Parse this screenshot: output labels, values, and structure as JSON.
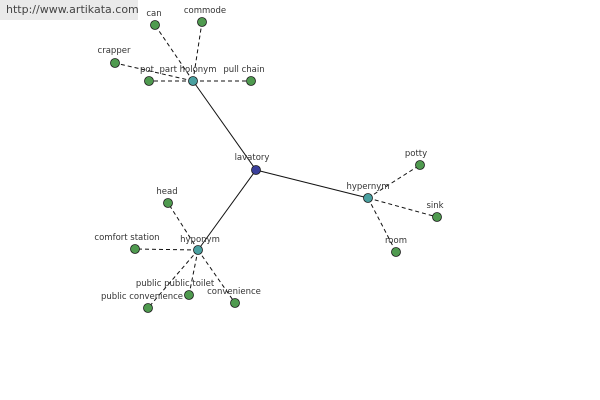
{
  "watermark": "http://www.artikata.com",
  "colors": {
    "center": "#3a3f9a",
    "relation": "#4aa0a0",
    "leaf": "#4f9a4f"
  },
  "center": "lavatory",
  "relations": [
    {
      "label": "part holonym",
      "words": [
        "can",
        "commode",
        "crapper",
        "pot",
        "pull chain"
      ]
    },
    {
      "label": "hypernym",
      "words": [
        "potty",
        "sink",
        "room"
      ]
    },
    {
      "label": "hyponym",
      "words": [
        "head",
        "comfort station",
        "public public toilet",
        "public convenience",
        "convenience"
      ]
    }
  ]
}
